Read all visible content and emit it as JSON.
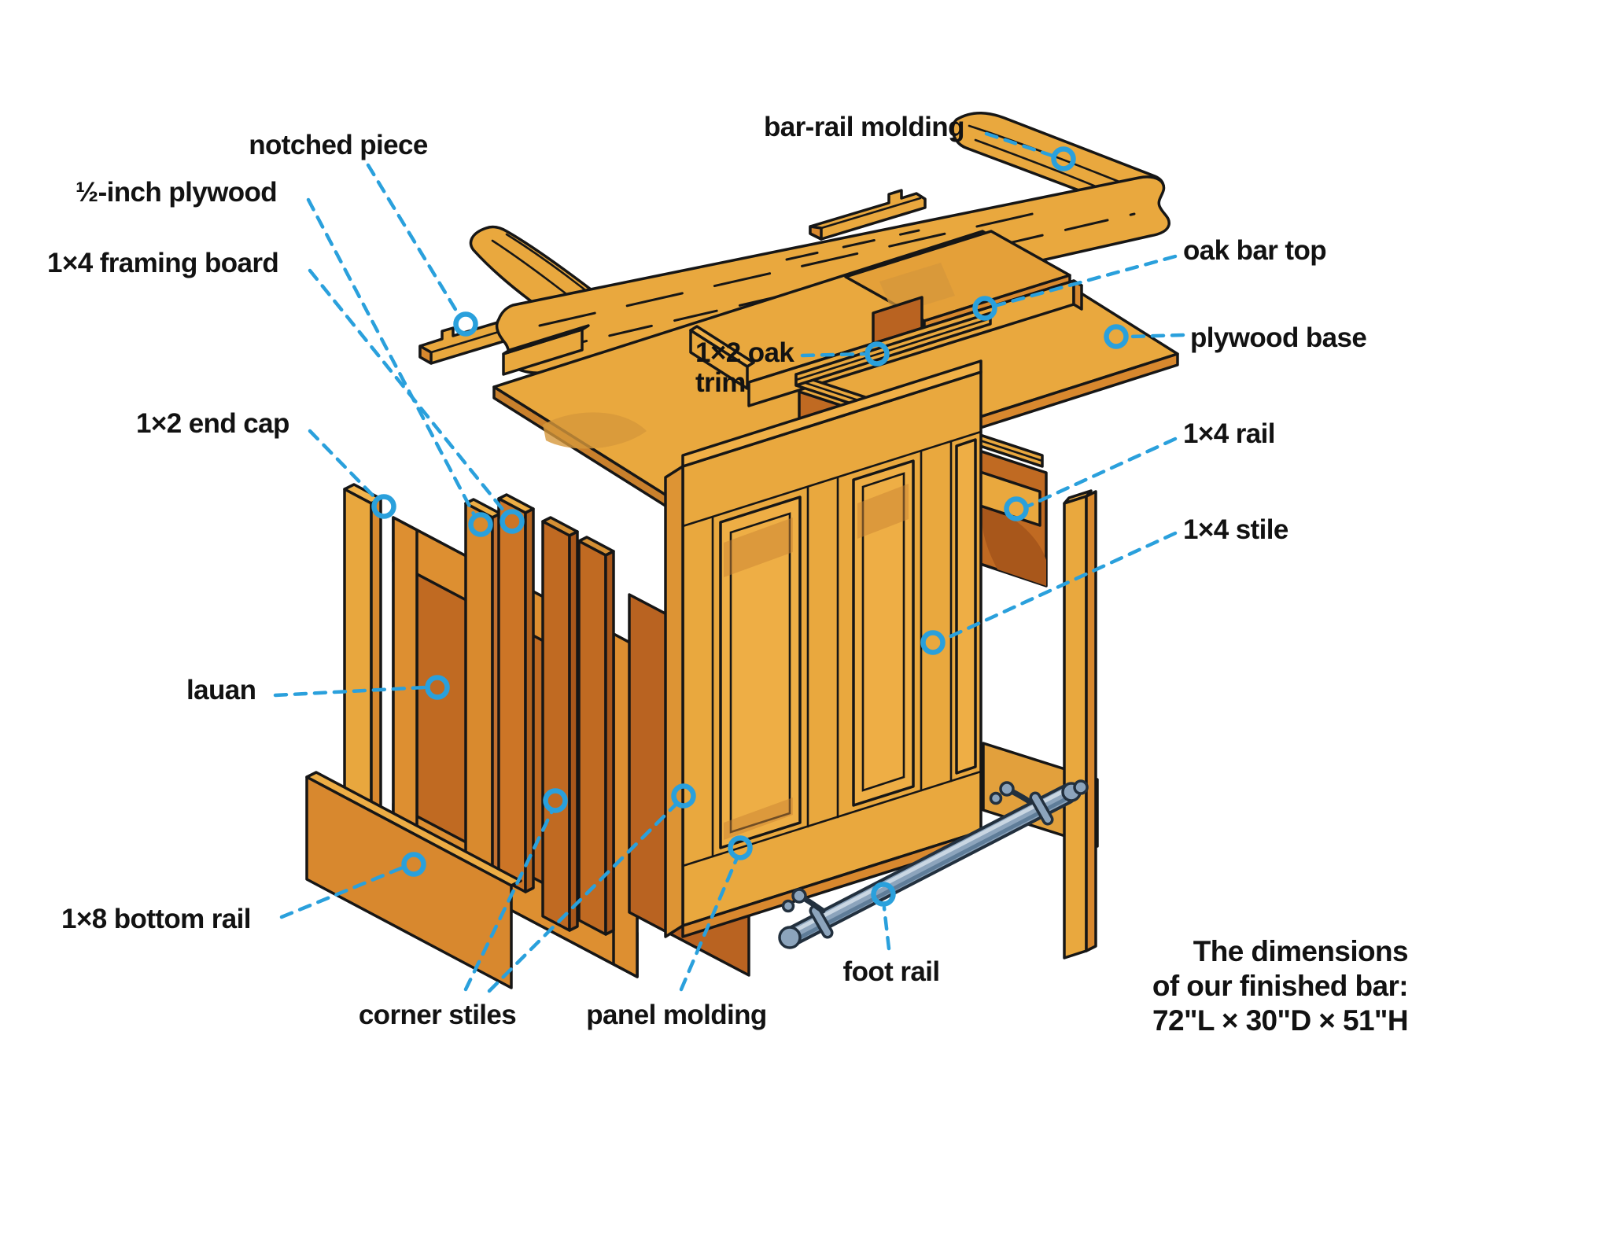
{
  "diagram_title": "exploded home bar construction diagram",
  "labels": {
    "notched_piece": "notched piece",
    "half_inch_plywood": "½-inch plywood",
    "framing_board_1x4": "1×4 framing board",
    "end_cap_1x2": "1×2 end cap",
    "lauan": "lauan",
    "bottom_rail_1x8": "1×8 bottom rail",
    "corner_stiles": "corner stiles",
    "panel_molding": "panel molding",
    "foot_rail": "foot rail",
    "bar_rail_molding": "bar-rail molding",
    "oak_bar_top": "oak bar top",
    "oak_trim_line1": "1×2 oak",
    "oak_trim_line2": "trim",
    "plywood_base": "plywood base",
    "rail_1x4": "1×4 rail",
    "stile_1x4": "1×4 stile"
  },
  "dimensions_note": {
    "line1": "The dimensions",
    "line2": "of our finished bar:",
    "line3": "72\"L × 30\"D × 51\"H"
  },
  "colors": {
    "callout_blue": "#2aa0dc",
    "wood_light": "#e9a83e",
    "wood_light_top": "#f3b54d",
    "wood_mid": "#d8882e",
    "wood_dark": "#c06a22",
    "wood_shadow": "#a8571b",
    "outline": "#161616",
    "metal": "#8ca4bc",
    "metal_dark": "#5f7d99",
    "metal_light": "#c9d6e2",
    "background": "#ffffff"
  }
}
